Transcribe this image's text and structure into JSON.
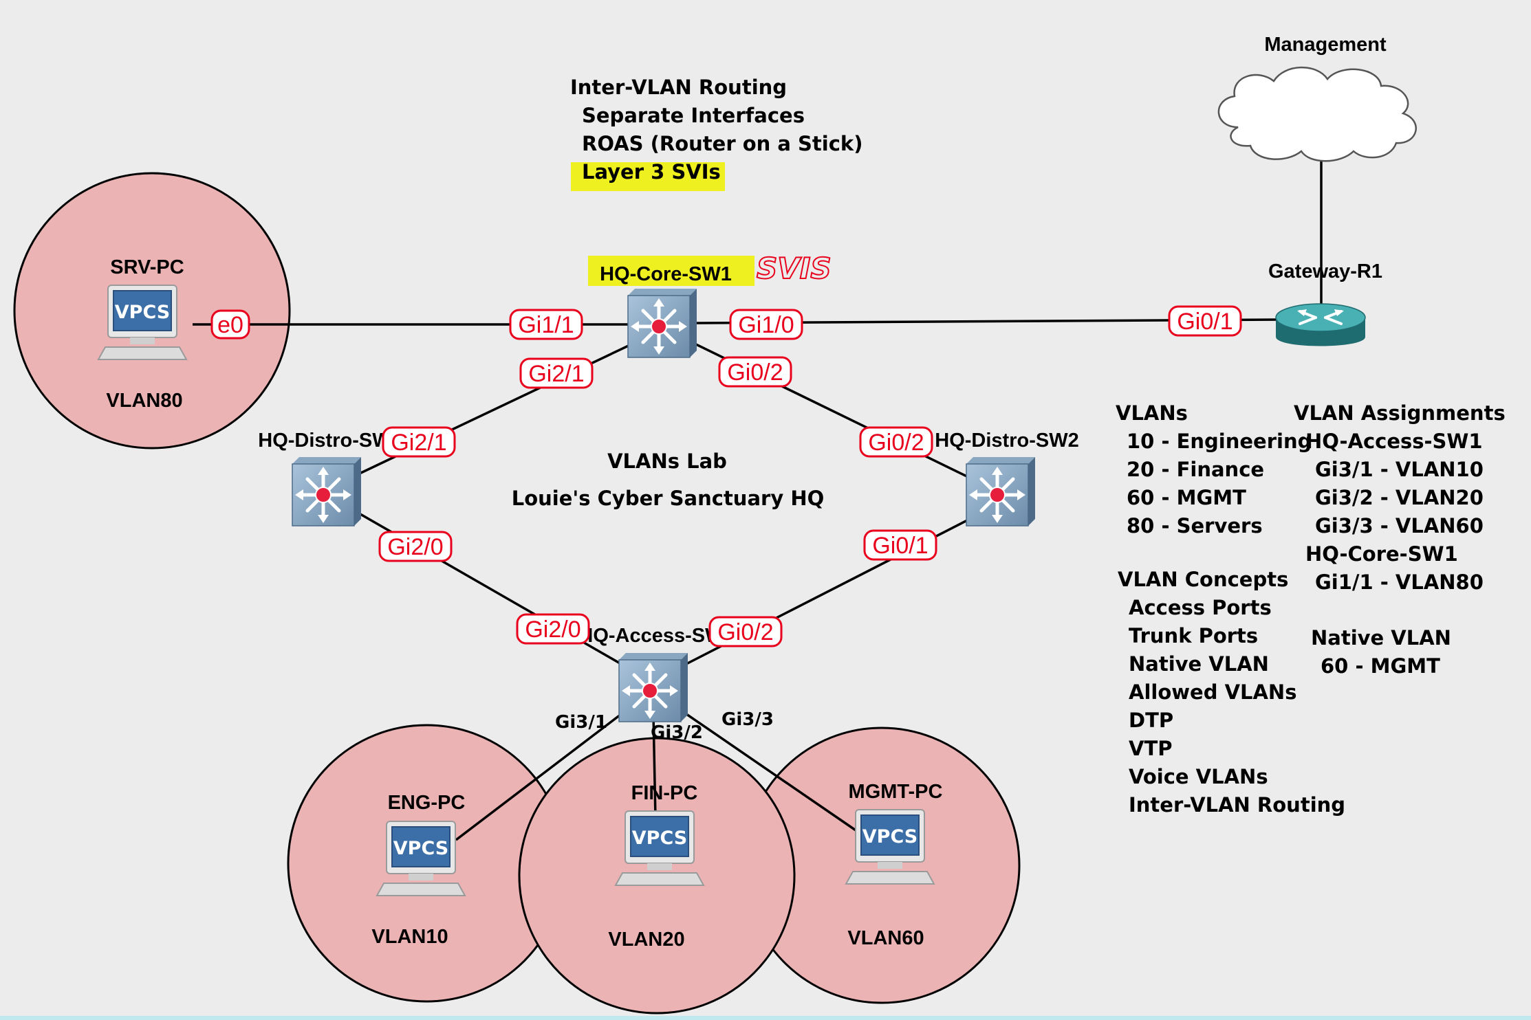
{
  "header_notes": {
    "title": "Inter-VLAN Routing",
    "items": [
      "Separate Interfaces",
      "ROAS (Router on a Stick)",
      "Layer 3 SVIs"
    ]
  },
  "center_title": {
    "line1": "VLANs Lab",
    "line2": "Louie's Cyber Sanctuary HQ"
  },
  "annotation": "SVIS",
  "cloud_label": "Management",
  "devices": {
    "srv_pc": {
      "name": "SRV-PC",
      "vlan": "VLAN80",
      "badge": "VPCS"
    },
    "core_sw": {
      "name": "HQ-Core-SW1"
    },
    "gateway": {
      "name": "Gateway-R1"
    },
    "distro1": {
      "name": "HQ-Distro-SW1"
    },
    "distro2": {
      "name": "HQ-Distro-SW2"
    },
    "access": {
      "name": "HQ-Access-SW1"
    },
    "eng_pc": {
      "name": "ENG-PC",
      "vlan": "VLAN10",
      "badge": "VPCS"
    },
    "fin_pc": {
      "name": "FIN-PC",
      "vlan": "VLAN20",
      "badge": "VPCS"
    },
    "mgmt_pc": {
      "name": "MGMT-PC",
      "vlan": "VLAN60",
      "badge": "VPCS"
    }
  },
  "ports": {
    "srv_e0": "e0",
    "core_gi11": "Gi1/1",
    "core_gi10": "Gi1/0",
    "core_gi21": "Gi2/1",
    "core_gi02": "Gi0/2",
    "gw_gi01": "Gi0/1",
    "d1_gi21": "Gi2/1",
    "d1_gi20": "Gi2/0",
    "d2_gi02": "Gi0/2",
    "d2_gi01": "Gi0/1",
    "acc_gi20": "Gi2/0",
    "acc_gi02": "Gi0/2",
    "acc_gi31": "Gi3/1",
    "acc_gi32": "Gi3/2",
    "acc_gi33": "Gi3/3"
  },
  "vlans_list": {
    "title": "VLANs",
    "items": [
      "10 - Engineering",
      "20 - Finance",
      "60 - MGMT",
      "80 - Servers"
    ]
  },
  "concepts_list": {
    "title": "VLAN Concepts",
    "items": [
      "Access Ports",
      "Trunk Ports",
      "Native VLAN",
      "Allowed VLANs",
      "DTP",
      "VTP",
      "Voice VLANs",
      "Inter-VLAN Routing"
    ]
  },
  "assignments": {
    "title": "VLAN Assignments",
    "access_title": "HQ-Access-SW1",
    "access_items": [
      "Gi3/1 - VLAN10",
      "Gi3/2 - VLAN20",
      "Gi3/3 - VLAN60"
    ],
    "core_title": "HQ-Core-SW1",
    "core_items": [
      "Gi1/1 - VLAN80"
    ]
  },
  "native": {
    "title": "Native VLAN",
    "value": "60 - MGMT"
  },
  "colors": {
    "background": "#ececec",
    "zone_fill": "#ebb3b3",
    "port_red": "#e8001c",
    "highlight": "#eef020",
    "switch_blue": "#6a89a8",
    "router_teal": "#2f8f93"
  }
}
